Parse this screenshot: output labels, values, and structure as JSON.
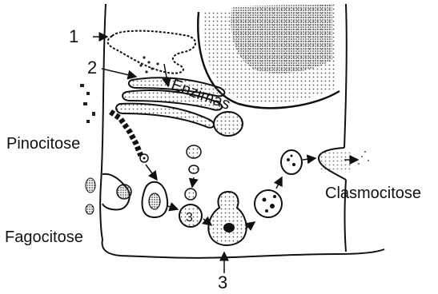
{
  "labels": {
    "marker_1": "1",
    "marker_2": "2",
    "marker_3": "3",
    "enzimas": "Enzimas",
    "pinocitose": "Pinocitose",
    "fagocitose": "Fagocitose",
    "clasmocitose": "Clasmocitose"
  },
  "colors": {
    "ink": "#111111",
    "stipple": "#555555",
    "background": "#ffffff"
  }
}
